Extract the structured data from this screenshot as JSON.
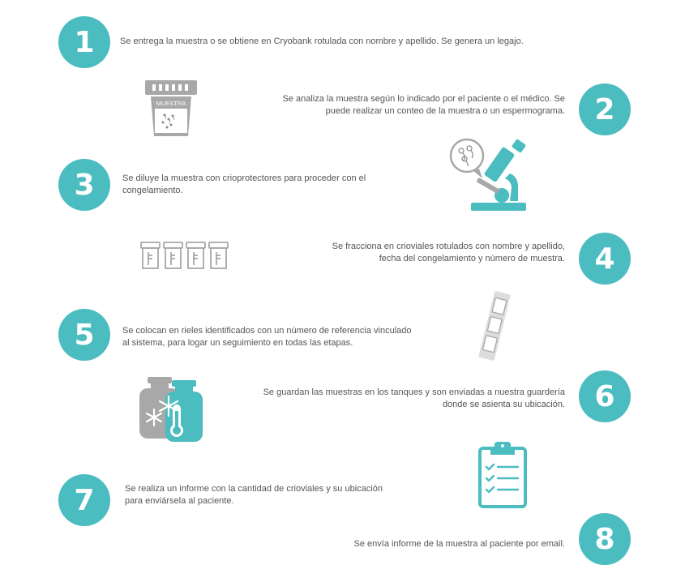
{
  "accent_color": "#4bbcc0",
  "icon_gray": "#a8a8a8",
  "steps": [
    {
      "number": "1",
      "text": "Se entrega la muestra o se obtiene en Cryobank rotulada con nombre y apellido. Se genera un legajo.",
      "icon": ""
    },
    {
      "number": "2",
      "text_line1": "Se analiza la muestra según lo indicado por el paciente o el médico. Se",
      "text_line2": "puede realizar un conteo de la muestra o un espermograma.",
      "icon": "sample-cup-icon",
      "icon_label": "MUESTRA"
    },
    {
      "number": "3",
      "text_line1": "Se diluye la muestra con crioprotectores para proceder con el",
      "text_line2": "congelamiento.",
      "icon": "microscope-icon"
    },
    {
      "number": "4",
      "text_line1": "Se fracciona en crioviales rotulados con nombre y apellido,",
      "text_line2": "fecha del congelamiento y número de muestra.",
      "icon": "cryovials-icon"
    },
    {
      "number": "5",
      "text_line1": "Se colocan en rieles identificados con un número de referencia vinculado",
      "text_line2": "al sistema, para logar un seguimiento en todas las etapas.",
      "icon": "rail-icon"
    },
    {
      "number": "6",
      "text_line1": "Se guardan las muestras en los tanques y son enviadas a nuestra guardería",
      "text_line2": "donde se asienta su ubicación.",
      "icon": "cryotank-icon"
    },
    {
      "number": "7",
      "text_line1": "Se realiza un informe con la cantidad de crioviales y su ubicación",
      "text_line2": "para enviársela al paciente.",
      "icon": "clipboard-icon"
    },
    {
      "number": "8",
      "text": "Se envía informe de la muestra al paciente por email.",
      "icon": ""
    }
  ]
}
